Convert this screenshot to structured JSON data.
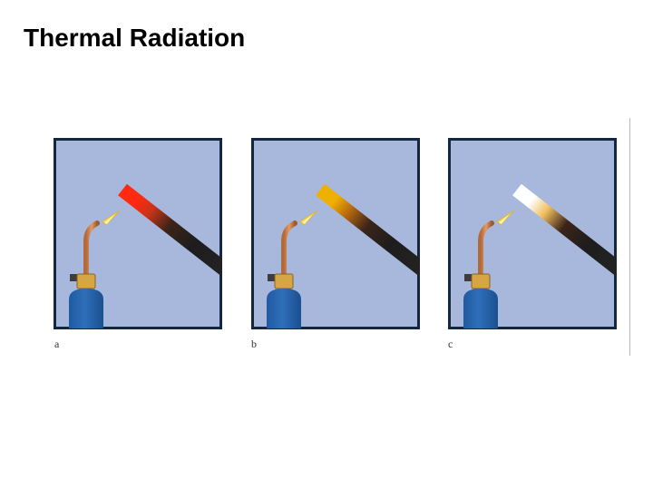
{
  "slide": {
    "title": "Thermal Radiation"
  },
  "panels": [
    {
      "caption": "a",
      "hot_end_color": "#ff2a10",
      "hot_end_mid": "#c83418"
    },
    {
      "caption": "b",
      "hot_end_color": "#f0b000",
      "hot_end_mid": "#b86a10"
    },
    {
      "caption": "c",
      "hot_end_color": "#ffffff",
      "hot_end_mid": "#f0c060"
    }
  ],
  "colors": {
    "panel_background": "#a7b8dc",
    "panel_border": "#13283e",
    "rod_dark": "#1d1d1d",
    "cylinder": "#2f6fba",
    "flame": "#f2d24a"
  }
}
